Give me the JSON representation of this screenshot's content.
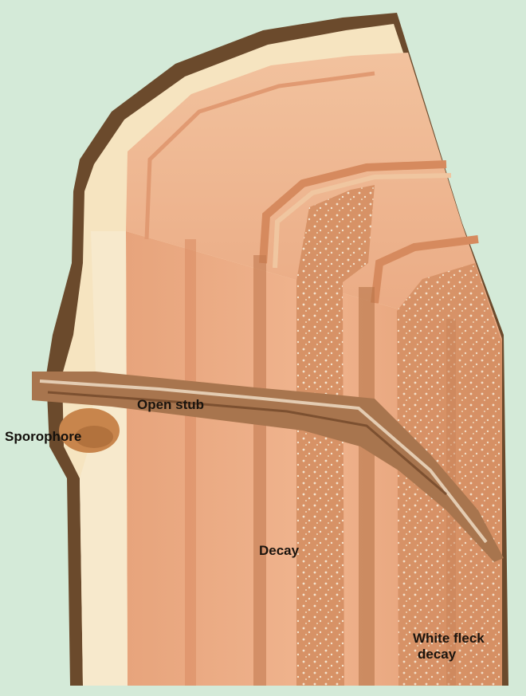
{
  "labels": {
    "sporophore": "Sporophore",
    "open_stub": "Open stub",
    "decay": "Decay",
    "white_fleck_line1": "White fleck",
    "white_fleck_line2": "decay"
  },
  "colors": {
    "background": "#d4ead8",
    "bark": "#6b4a2c",
    "sapwood": "#f6e4c0",
    "heartwood": "#e9a880",
    "heartwood_shadow": "#d98b62",
    "decay_streak": "#b8754a",
    "white_fleck": "#f3e6d2",
    "stub": "#a8754e"
  }
}
